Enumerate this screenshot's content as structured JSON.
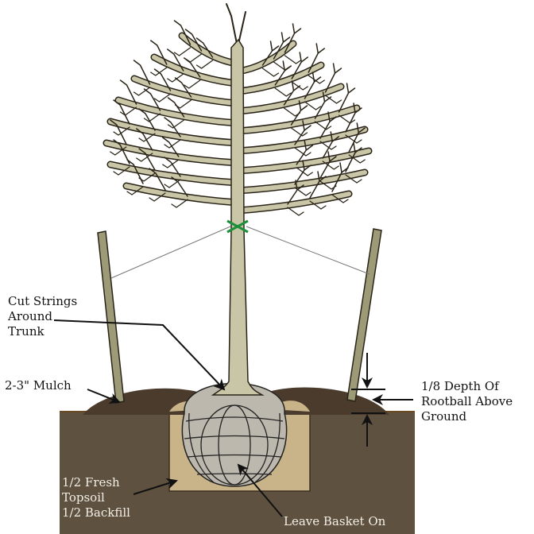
{
  "labels": {
    "cut_strings": [
      "Cut Strings",
      "Around",
      "Trunk"
    ],
    "mulch": "2-3\" Mulch",
    "depth": [
      "1/8 Depth Of",
      "Rootball Above",
      "Ground"
    ],
    "backfill": [
      "1/2 Fresh",
      "Topsoil",
      "1/2 Backfill"
    ],
    "basket": "Leave Basket On"
  },
  "colors": {
    "soil": "#5e5140",
    "mulch": "#4a3b2c",
    "backfill": "#c9b48a",
    "rootball": "#bdb8ad",
    "bark": "#c9c6a8",
    "outline": "#2a2418",
    "tie": "#1d8f3a"
  }
}
